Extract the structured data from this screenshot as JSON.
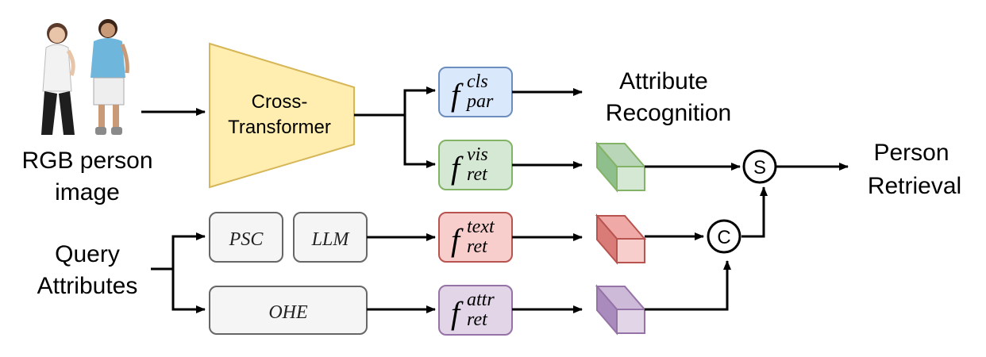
{
  "input": {
    "label_line1": "RGB person",
    "label_line2": "image"
  },
  "encoder": {
    "label_line1": "Cross-",
    "label_line2": "Transformer",
    "color": "#ffeeb0"
  },
  "heads": {
    "par": {
      "main": "f",
      "sup": "cls",
      "sub": "par",
      "fill": "#dae8fc",
      "stroke": "#6c8ebf"
    },
    "vis": {
      "main": "f",
      "sup": "vis",
      "sub": "ret",
      "fill": "#d5e8d4",
      "stroke": "#82b366"
    },
    "text": {
      "main": "f",
      "sup": "text",
      "sub": "ret",
      "fill": "#f8cecc",
      "stroke": "#b85450"
    },
    "attr": {
      "main": "f",
      "sup": "attr",
      "sub": "ret",
      "fill": "#e1d5e7",
      "stroke": "#9673a6"
    }
  },
  "outputs": {
    "attribute_line1": "Attribute",
    "attribute_line2": "Recognition",
    "retrieval_line1": "Person",
    "retrieval_line2": "Retrieval"
  },
  "query": {
    "label_line1": "Query",
    "label_line2": "Attributes",
    "psc": "PSC",
    "llm": "LLM",
    "ohe": "OHE"
  },
  "operators": {
    "similarity": "S",
    "concat": "C"
  }
}
